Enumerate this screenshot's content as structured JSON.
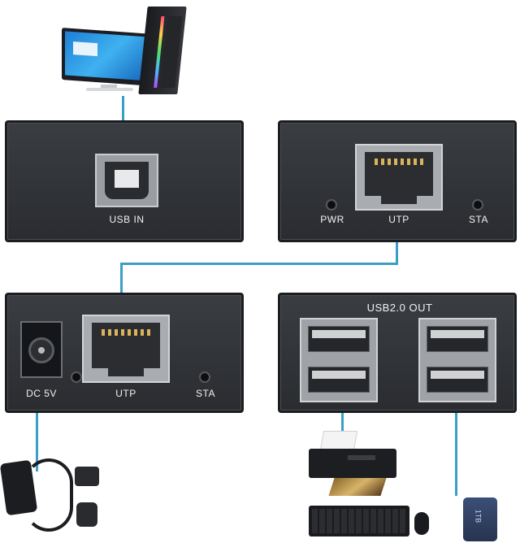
{
  "top_left_unit": {
    "port_label": "USB IN"
  },
  "top_right_unit": {
    "left_label": "PWR",
    "center_label": "UTP",
    "right_label": "STA"
  },
  "bottom_left_unit": {
    "left_label": "DC 5V",
    "center_label": "UTP",
    "right_label": "STA"
  },
  "bottom_right_unit": {
    "title": "USB2.0 OUT"
  },
  "drive": {
    "label": "1TB"
  },
  "colors": {
    "wire": "#3a9fc4",
    "unit_body": "#2f3135"
  }
}
